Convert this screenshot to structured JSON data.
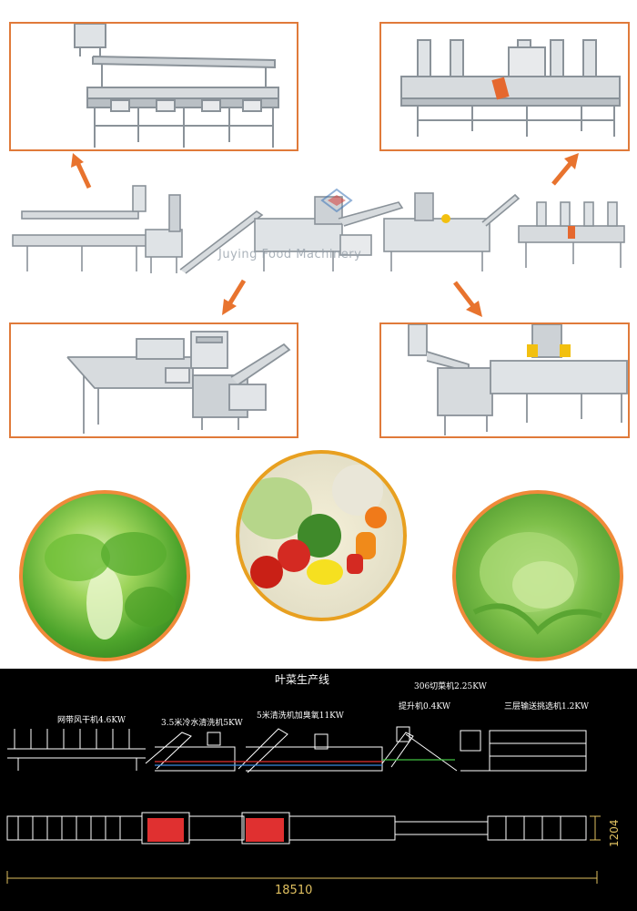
{
  "watermark": "Juying Food Machinery",
  "cad": {
    "title": "叶菜生产线",
    "labels": {
      "cutter": "306切菜机2.25KW",
      "dryer": "网带风干机4.6KW",
      "cold_wash": "3.5米冷水清洗机5KW",
      "ozone_wash": "5米清洗机加臭氧11KW",
      "lifter": "提升机0.4KW",
      "sorter": "三层输送挑选机1.2KW"
    },
    "dimensions": {
      "length": "18510",
      "width": "1204"
    }
  },
  "colors": {
    "frame_border": "#e07a3a",
    "arrow": "#e8732e",
    "cad_background": "#000000",
    "cad_red": "#e03030",
    "cad_yellow": "#e0c060"
  },
  "icons": [
    "arrow-up-left-icon",
    "arrow-up-right-icon",
    "arrow-down-left-icon",
    "arrow-down-right-icon"
  ]
}
